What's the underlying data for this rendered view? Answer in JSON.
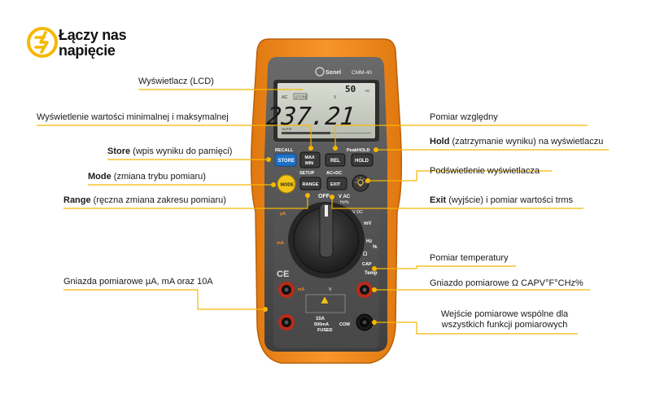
{
  "brand": {
    "line1": "Łączy nas",
    "line2": "napięcie",
    "colors": {
      "accent": "#f5b800",
      "orange": "#f08a1c",
      "dark": "#3a3a3a"
    }
  },
  "device": {
    "logo": "Sonel",
    "model": "CMM-40",
    "lcd": {
      "reading": "237.21",
      "small_reading": "50",
      "unit_small": "Hz",
      "mode_tags": [
        "AC",
        "STORE"
      ],
      "unit": "V",
      "auto": "AUTO"
    },
    "buttons": {
      "recall": "RECALL",
      "peak_hold": "PeakHOLD",
      "store": "STORE",
      "max_min_1": "MAX",
      "max_min_2": "MIN",
      "rel": "REL",
      "hold": "HOLD",
      "setup": "SETUP",
      "acdc": "AC+DC",
      "mode": "MODE",
      "range": "RANGE",
      "exit": "EXIT"
    },
    "dial": {
      "off": "OFF",
      "vac": "V AC",
      "hz_vac": "Hz%",
      "mv": "mV",
      "hz": "Hz",
      "pct": "%",
      "ohm": "Ω",
      "cap": "CAP",
      "temp": "Temp",
      "vdc": "V DC"
    },
    "terminals": {
      "a10": "10A",
      "fused": "500mA",
      "fused2": "FUSED",
      "com": "COM",
      "ma": "mA",
      "ua": "µA",
      "v": "V"
    }
  },
  "annotations": {
    "lcd": "Wyświetlacz (LCD)",
    "maxmin": "Wyświetlenie wartości minimalnej i maksymalnej",
    "store_b": "Store",
    "store_rest": " (wpis wyniku do pamięci)",
    "mode_b": "Mode",
    "mode_rest": " (zmiana trybu pomiaru)",
    "range_b": "Range",
    "range_rest": " (ręczna zmiana zakresu pomiaru)",
    "sockets_left": "Gniazda pomiarowe µA, mA oraz 10A",
    "relative": "Pomiar względny",
    "hold_b": "Hold",
    "hold_rest": " (zatrzymanie wyniku) na wyświetlaczu",
    "backlight": "Podświetlenie wyświetlacza",
    "exit_b": "Exit",
    "exit_rest": " (wyjście) i pomiar wartości trms",
    "temperature": "Pomiar temperatury",
    "socket_right": "Gniazdo pomiarowe Ω CAPV°F°CHz%",
    "common1": "Wejście pomiarowe wspólne dla",
    "common2": "wszystkich funkcji pomiarowych"
  }
}
